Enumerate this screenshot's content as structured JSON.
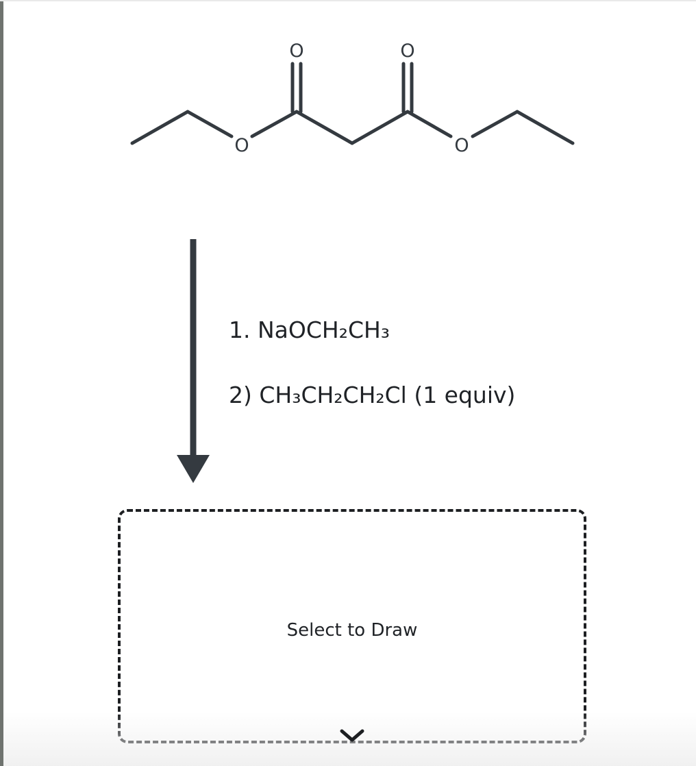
{
  "molecule": {
    "atom_labels": [
      "O",
      "O",
      "O",
      "O"
    ]
  },
  "reaction": {
    "reagent_1": "1. NaOCH₂CH₃",
    "reagent_2": "2) CH₃CH₂CH₂Cl (1 equiv)"
  },
  "answer_box": {
    "label": "Select to Draw"
  },
  "icons": {
    "expand": "chevron-down-icon"
  },
  "colors": {
    "ink": "#343a40",
    "border": "#1d1f22"
  }
}
